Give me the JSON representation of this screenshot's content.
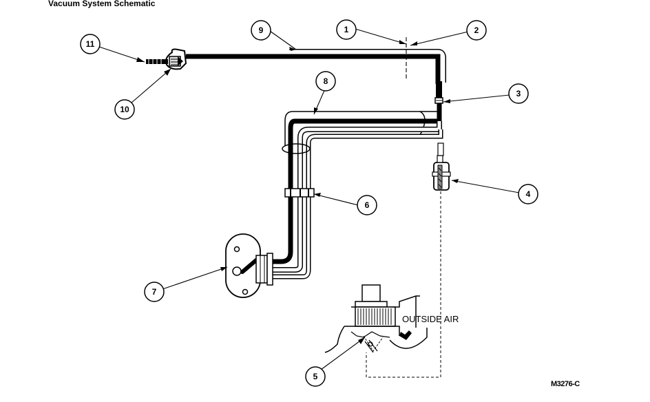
{
  "title": "Vacuum System Schematic",
  "figure_id": "M3276-C",
  "outside_air_label": "OUTSIDE AIR",
  "callouts": [
    "1",
    "2",
    "3",
    "4",
    "5",
    "6",
    "7",
    "8",
    "9",
    "10",
    "11"
  ]
}
